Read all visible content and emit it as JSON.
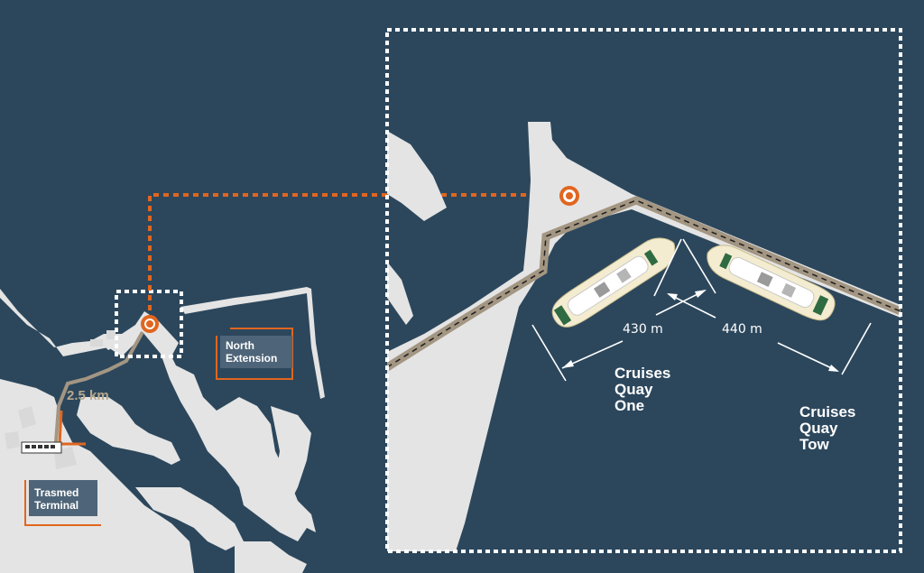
{
  "labels": {
    "north_extension": [
      "North",
      "Extension"
    ],
    "trasmed_terminal": [
      "Trasmed",
      "Terminal"
    ],
    "route_distance": "2.5 km",
    "quay_one_length": "430 m",
    "quay_two_length": "440 m",
    "cruises_quay_one": [
      "Cruises",
      "Quay",
      "One"
    ],
    "cruises_quay_two": [
      "Cruises",
      "Quay",
      "Tow"
    ]
  },
  "colors": {
    "water": "#2c475c",
    "land": "#e4e4e4",
    "route_highlight": "#e0661f",
    "road": "#a39682",
    "label_box": "#4e6478",
    "frame": "#ffffff"
  },
  "icons": [
    "location-pin-icon",
    "location-pin-icon",
    "bus-icon",
    "cruise-ship-icon",
    "cruise-ship-icon"
  ]
}
